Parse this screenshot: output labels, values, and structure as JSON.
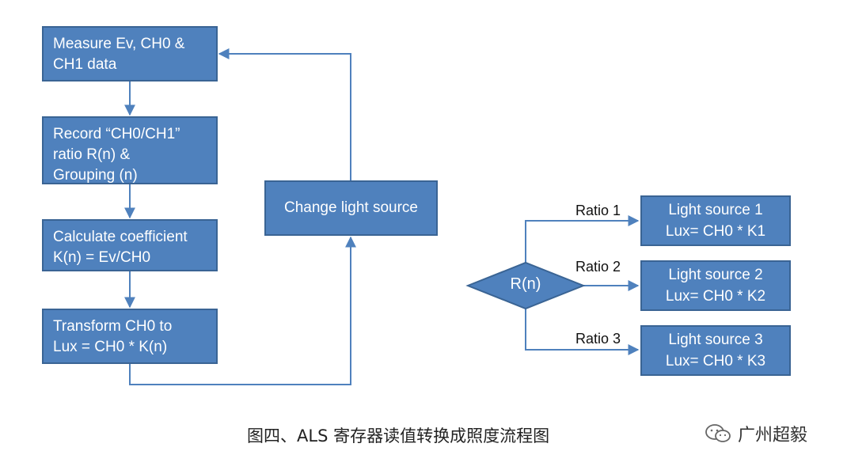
{
  "flow": {
    "step1": "Measure Ev, CH0 &\nCH1 data",
    "step2": "Record “CH0/CH1”\nratio R(n) &\nGrouping (n)",
    "step3": "Calculate coefficient\nK(n) = Ev/CH0",
    "step4": "Transform CH0 to\nLux = CH0 * K(n)",
    "change": "Change light source"
  },
  "decision": {
    "node": "R(n)",
    "branches": [
      {
        "label": "Ratio 1",
        "source": "Light source 1",
        "formula": "Lux= CH0 * K1"
      },
      {
        "label": "Ratio 2",
        "source": "Light source 2",
        "formula": "Lux= CH0 * K2"
      },
      {
        "label": "Ratio 3",
        "source": "Light source 3",
        "formula": "Lux= CH0 * K3"
      }
    ]
  },
  "caption": "图四、ALS 寄存器读值转换成照度流程图",
  "watermark": "广州超毅",
  "colors": {
    "box_fill": "#4f81bd",
    "box_border": "#3a6494",
    "arrow": "#4f81bd"
  }
}
